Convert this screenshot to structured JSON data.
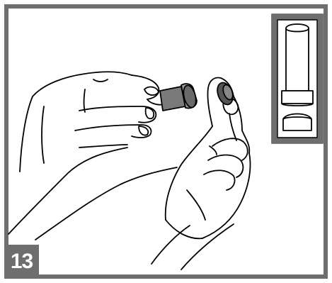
{
  "step": {
    "number": "13",
    "color": "#6e6e6e"
  },
  "illustration": {
    "subject": "two-hands-holding-cartridge-and-cap",
    "inset": "cartridge-detail-inset"
  }
}
